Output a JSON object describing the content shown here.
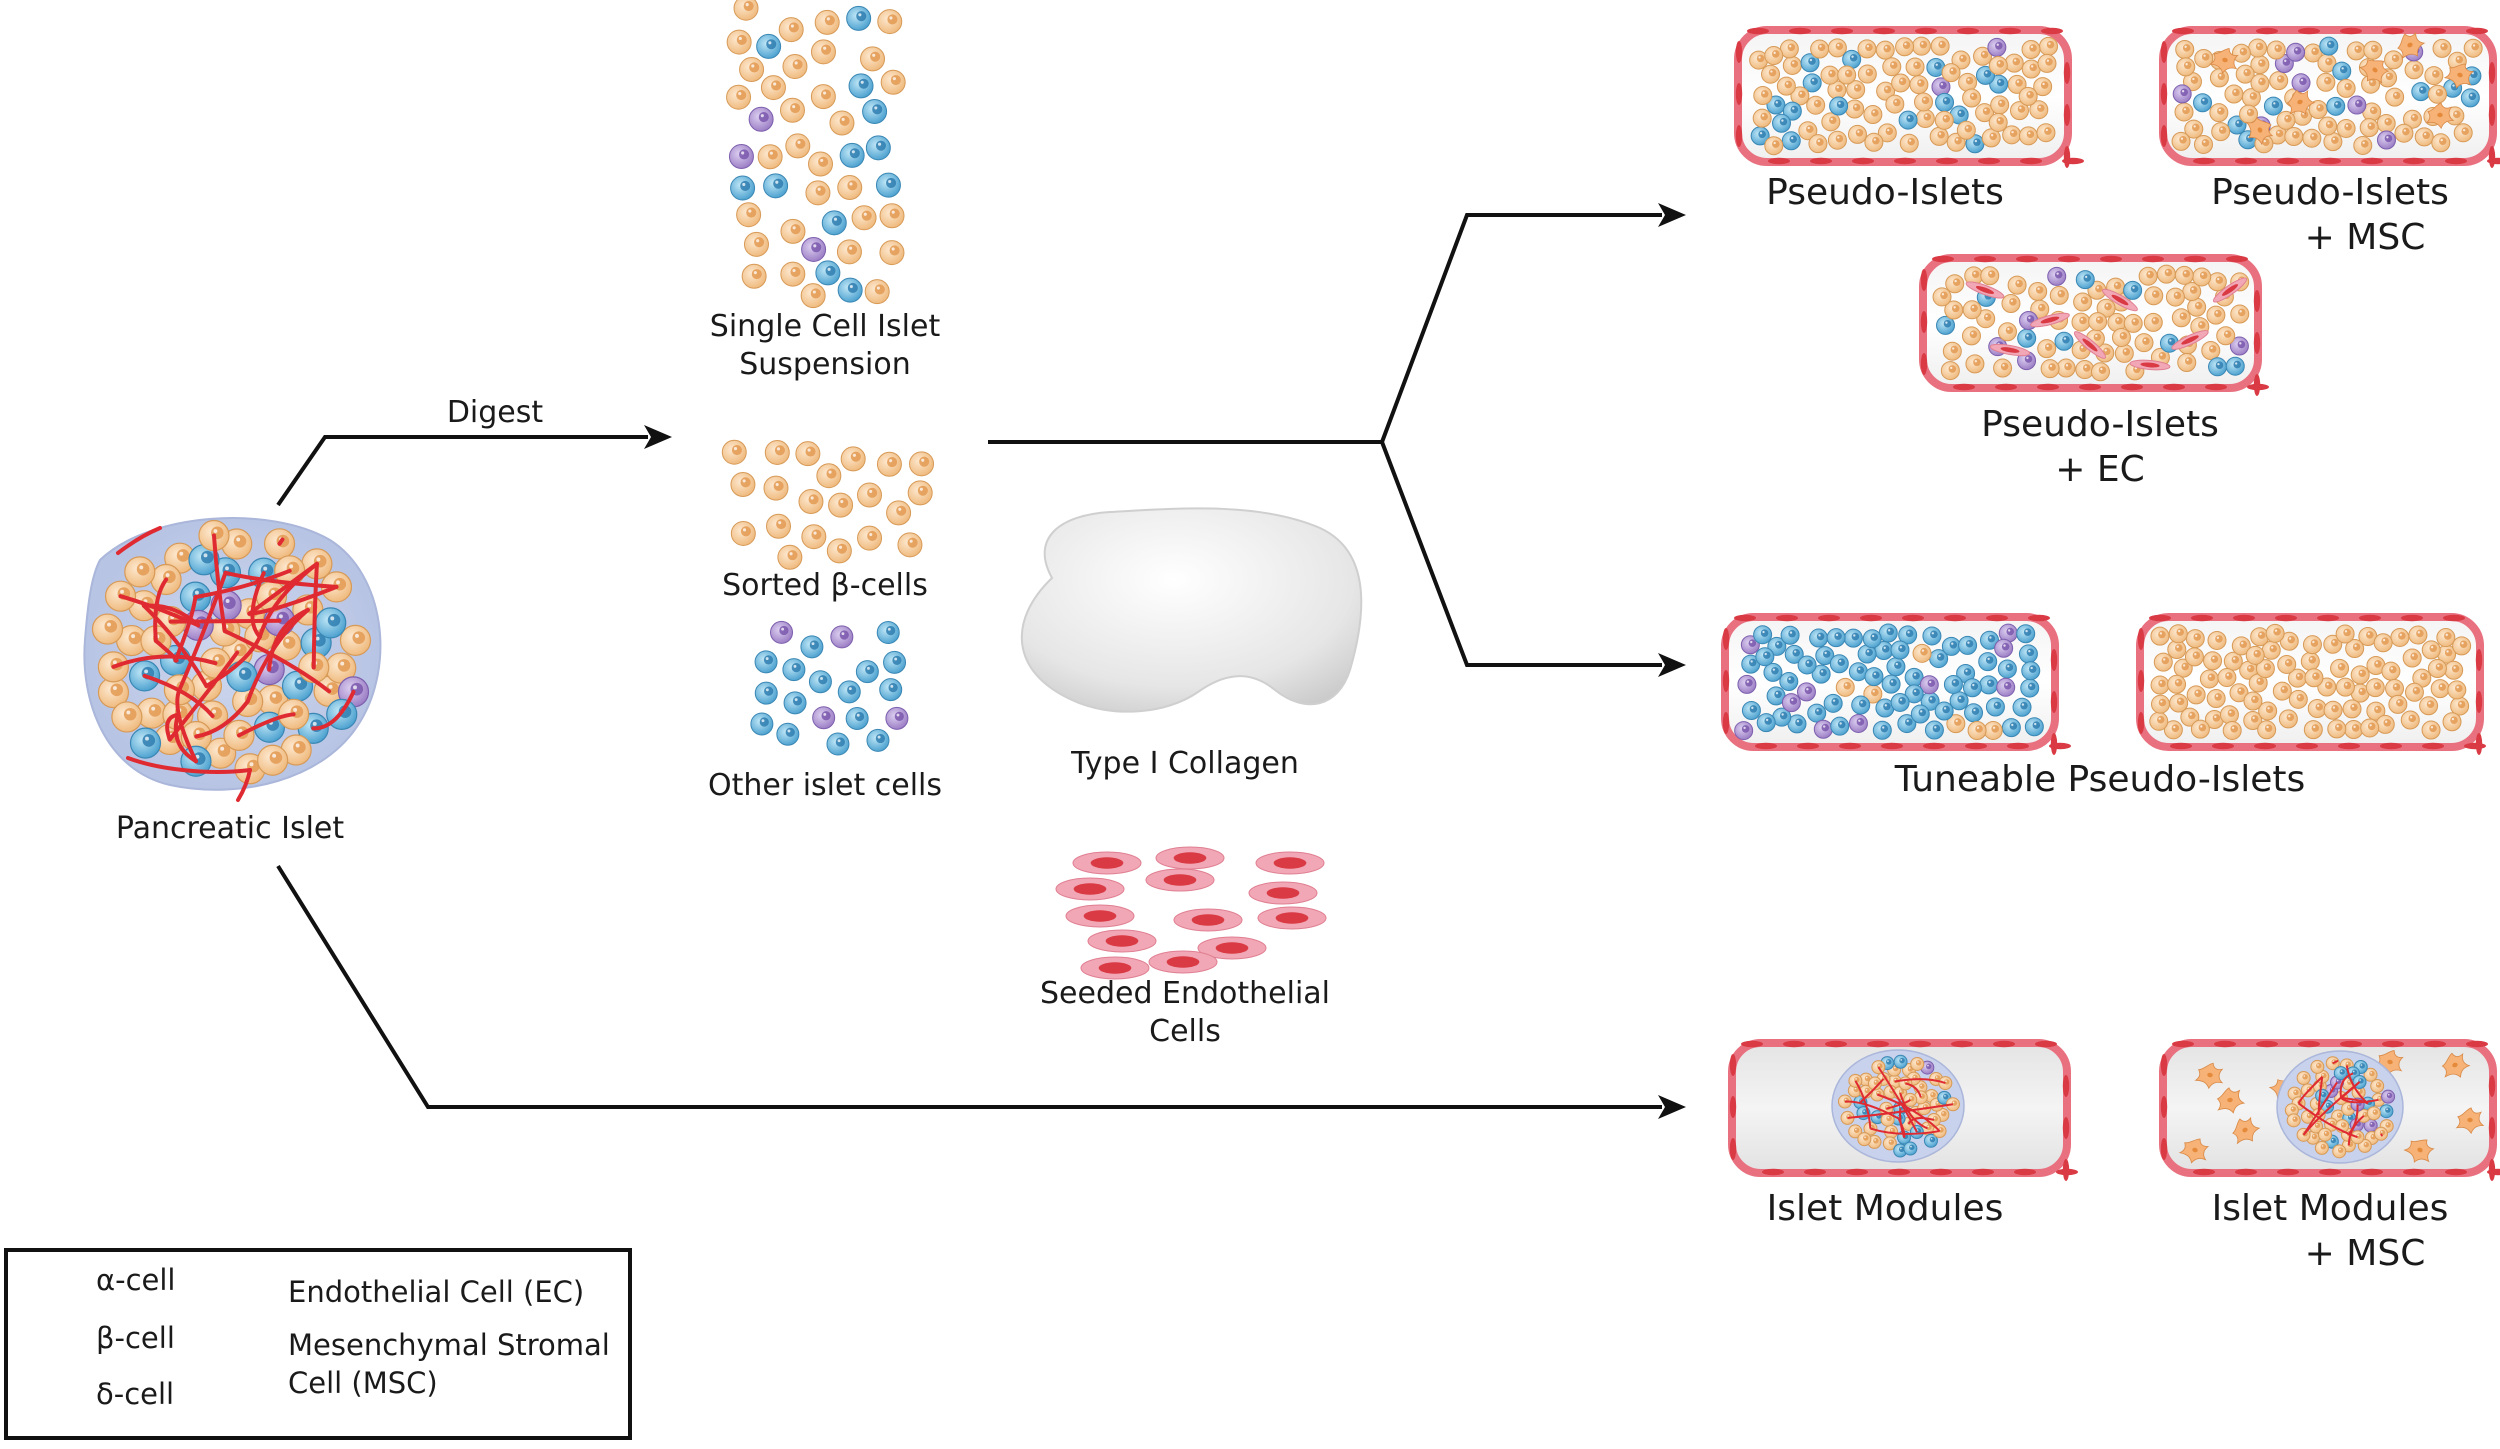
{
  "labels": {
    "pancreatic_islet": "Pancreatic Islet",
    "digest": "Digest",
    "single_cell_1": "Single Cell Islet",
    "single_cell_2": "Suspension",
    "sorted_beta": "Sorted β-cells",
    "other_islet": "Other islet cells",
    "collagen": "Type I Collagen",
    "seeded_ec_1": "Seeded Endothelial",
    "seeded_ec_2": "Cells",
    "pi": "Pseudo-Islets",
    "pi_msc_1": "Pseudo-Islets",
    "pi_msc_2": "+ MSC",
    "pi_ec_1": "Pseudo-Islets",
    "pi_ec_2": "+ EC",
    "tuneable": "Tuneable Pseudo-Islets",
    "modules": "Islet Modules",
    "modules_msc_1": "Islet Modules",
    "modules_msc_2": "+ MSC"
  },
  "legend": {
    "alpha": "α-cell",
    "beta": "β-cell",
    "delta": "δ-cell",
    "ec": "Endothelial Cell (EC)",
    "msc_1": "Mesenchymal Stromal",
    "msc_2": "Cell (MSC)"
  },
  "colors": {
    "alpha": "#5aaed6",
    "beta": "#f4c48e",
    "delta": "#a98ccc",
    "endothelial": "#f1a7b5",
    "endothelial_nucleus": "#d93a43",
    "vessel": "#e02a32",
    "msc": "#f6b277",
    "collagen": "#dcdcdc"
  }
}
